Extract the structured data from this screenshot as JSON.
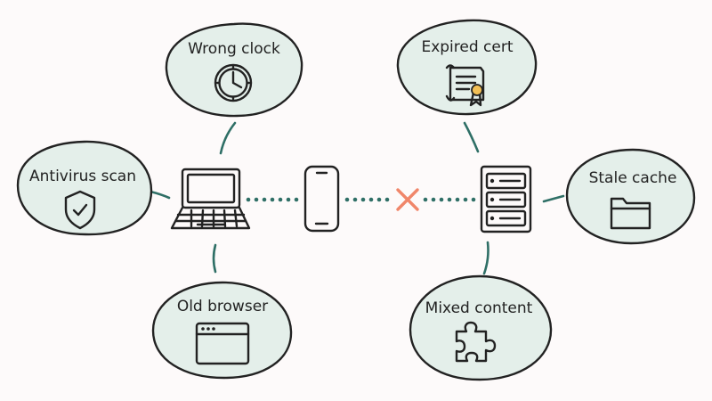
{
  "colors": {
    "background": "#fdfafa",
    "bubble_fill": "#e4efea",
    "outline": "#222222",
    "connector": "#2f6f66",
    "broken_link": "#f0866a",
    "seal": "#f2bf55"
  },
  "devices": [
    {
      "id": "laptop",
      "icon": "laptop-icon"
    },
    {
      "id": "phone",
      "icon": "phone-icon"
    },
    {
      "id": "server",
      "icon": "server-icon"
    }
  ],
  "broken_link_icon": "x-mark-icon",
  "causes": [
    {
      "id": "wrong-clock",
      "label": "Wrong clock",
      "icon": "clock-icon"
    },
    {
      "id": "expired-cert",
      "label": "Expired cert",
      "icon": "certificate-icon"
    },
    {
      "id": "antivirus-scan",
      "label": "Antivirus scan",
      "icon": "shield-check-icon"
    },
    {
      "id": "stale-cache",
      "label": "Stale cache",
      "icon": "folder-icon"
    },
    {
      "id": "old-browser",
      "label": "Old browser",
      "icon": "browser-window-icon"
    },
    {
      "id": "mixed-content",
      "label": "Mixed content",
      "icon": "puzzle-piece-icon"
    }
  ]
}
